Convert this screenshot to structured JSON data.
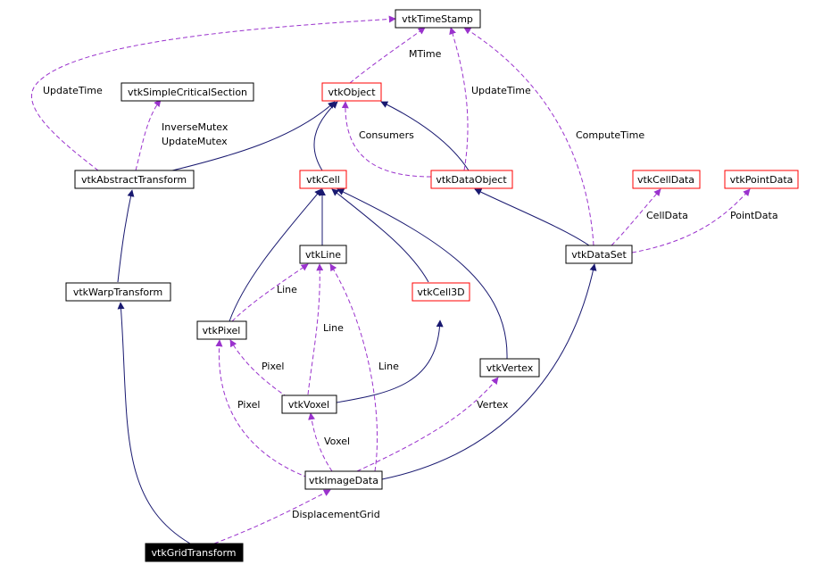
{
  "colors": {
    "inherit_edge": "#191970",
    "usage_edge": "#9a32cd",
    "node_border_black": "#000000",
    "node_border_red": "#ff0000",
    "highlight_fill": "#000000",
    "highlight_text": "#ffffff"
  },
  "nodes": {
    "vtkTimeStamp": {
      "label": "vtkTimeStamp",
      "style": "normal"
    },
    "vtkSimpleCriticalSection": {
      "label": "vtkSimpleCriticalSection",
      "style": "normal"
    },
    "vtkObject": {
      "label": "vtkObject",
      "style": "red"
    },
    "vtkAbstractTransform": {
      "label": "vtkAbstractTransform",
      "style": "normal"
    },
    "vtkCell": {
      "label": "vtkCell",
      "style": "red"
    },
    "vtkDataObject": {
      "label": "vtkDataObject",
      "style": "red"
    },
    "vtkCellData": {
      "label": "vtkCellData",
      "style": "red"
    },
    "vtkPointData": {
      "label": "vtkPointData",
      "style": "red"
    },
    "vtkLine": {
      "label": "vtkLine",
      "style": "normal"
    },
    "vtkDataSet": {
      "label": "vtkDataSet",
      "style": "normal"
    },
    "vtkWarpTransform": {
      "label": "vtkWarpTransform",
      "style": "normal"
    },
    "vtkCell3D": {
      "label": "vtkCell3D",
      "style": "red"
    },
    "vtkPixel": {
      "label": "vtkPixel",
      "style": "normal"
    },
    "vtkVertex": {
      "label": "vtkVertex",
      "style": "normal"
    },
    "vtkVoxel": {
      "label": "vtkVoxel",
      "style": "normal"
    },
    "vtkImageData": {
      "label": "vtkImageData",
      "style": "normal"
    },
    "vtkGridTransform": {
      "label": "vtkGridTransform",
      "style": "highlight"
    }
  },
  "edge_labels": {
    "mtime": "MTime",
    "update_time_left": "UpdateTime",
    "inverse_mutex": "InverseMutex",
    "update_mutex": "UpdateMutex",
    "update_time_dataobject": "UpdateTime",
    "consumers": "Consumers",
    "compute_time": "ComputeTime",
    "cell_data": "CellData",
    "point_data": "PointData",
    "line_pixel": "Line",
    "line_voxel": "Line",
    "line_imagedata": "Line",
    "pixel_voxel": "Pixel",
    "pixel_imagedata": "Pixel",
    "vertex": "Vertex",
    "voxel": "Voxel",
    "displacement_grid": "DisplacementGrid"
  }
}
